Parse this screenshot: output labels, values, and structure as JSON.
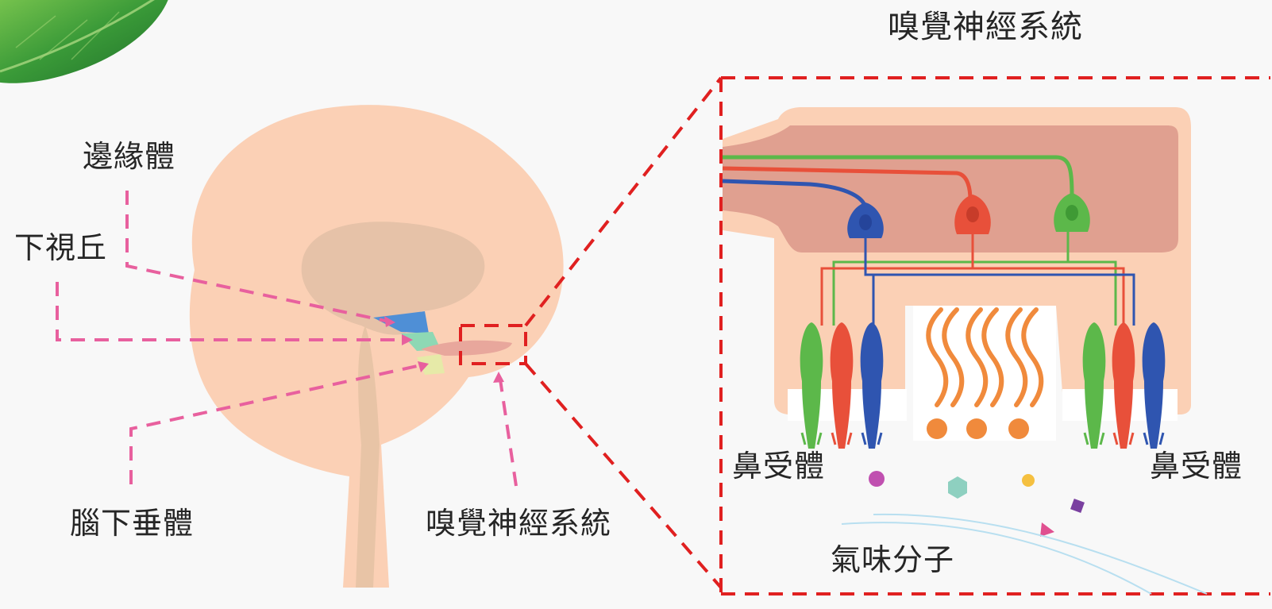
{
  "title": "嗅覺神經系統",
  "brain_labels": {
    "limbic": "邊緣體",
    "hypothalamus": "下視丘",
    "pituitary": "腦下垂體",
    "olfactory": "嗅覺神經系統"
  },
  "detail_labels": {
    "receptor_left": "鼻受體",
    "receptor_right": "鼻受體",
    "odor_molecules": "氣味分子"
  },
  "colors": {
    "skin": "#fbd0b5",
    "brain_inner": "#e6c2a8",
    "bulb_dark": "#e0a090",
    "leader_pink": "#e8609e",
    "zoom_red": "#e02020",
    "neuron_green": "#5cb84a",
    "neuron_red": "#e8503a",
    "neuron_blue": "#2f55b0",
    "cilia_orange": "#f08a3c"
  },
  "icons": [
    "leaf-icon"
  ]
}
